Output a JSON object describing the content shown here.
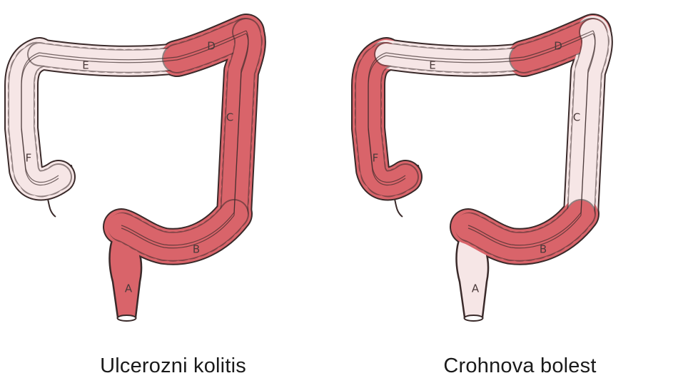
{
  "colors": {
    "inflamed": "#d9646a",
    "healthy": "#f6e6e6",
    "outline": "#3a2a2a",
    "caption": "#1a1a1a"
  },
  "segment_labels": [
    "A",
    "B",
    "C",
    "D",
    "E",
    "F"
  ],
  "figures": [
    {
      "id": "left",
      "caption": "Ulcerozni kolitis",
      "inflamed_segments": [
        "A",
        "B",
        "C",
        "D"
      ]
    },
    {
      "id": "right",
      "caption": "Crohnova bolest",
      "inflamed_segments": [
        "B",
        "D",
        "F"
      ]
    }
  ]
}
